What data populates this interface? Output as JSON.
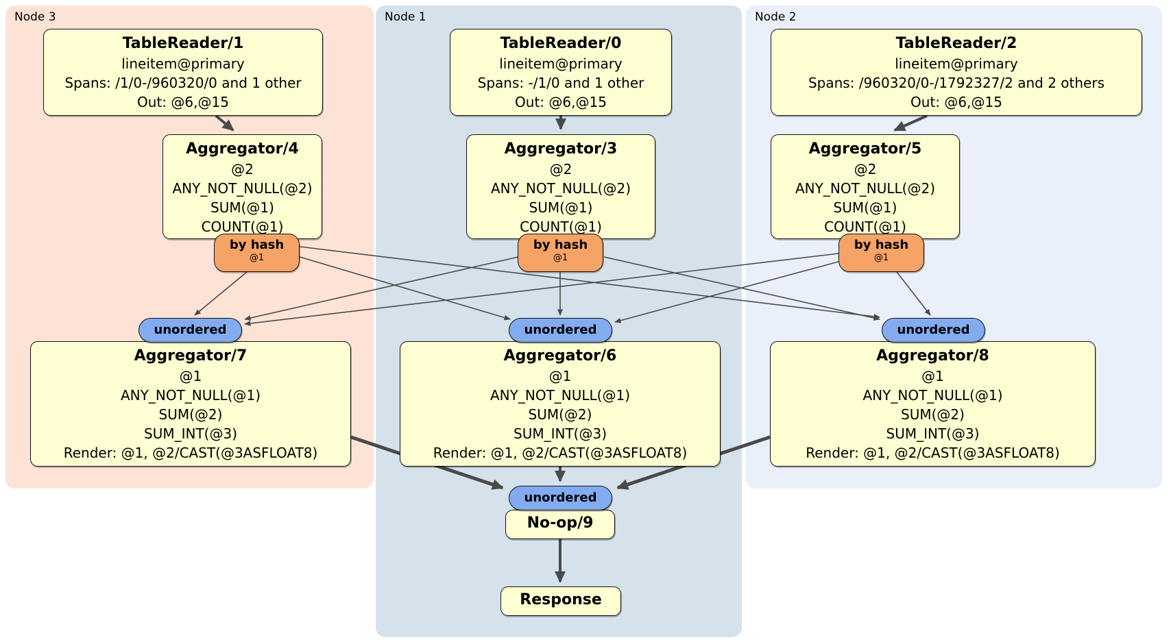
{
  "node_groups": {
    "node3": {
      "label": "Node 3"
    },
    "node1": {
      "label": "Node 1"
    },
    "node2": {
      "label": "Node 2"
    }
  },
  "routers": {
    "hash_label": "by hash",
    "hash_key": "@1",
    "sync_label": "unordered"
  },
  "boxes": {
    "tr1": {
      "title": "TableReader/1",
      "lines": [
        "lineitem@primary",
        "Spans: /1/0-/960320/0 and 1 other",
        "Out: @6,@15"
      ]
    },
    "tr0": {
      "title": "TableReader/0",
      "lines": [
        "lineitem@primary",
        "Spans: -/1/0 and 1 other",
        "Out: @6,@15"
      ]
    },
    "tr2": {
      "title": "TableReader/2",
      "lines": [
        "lineitem@primary",
        "Spans: /960320/0-/1792327/2 and 2 others",
        "Out: @6,@15"
      ]
    },
    "agg4": {
      "title": "Aggregator/4",
      "lines": [
        "@2",
        "ANY_NOT_NULL(@2)",
        "SUM(@1)",
        "COUNT(@1)"
      ]
    },
    "agg3": {
      "title": "Aggregator/3",
      "lines": [
        "@2",
        "ANY_NOT_NULL(@2)",
        "SUM(@1)",
        "COUNT(@1)"
      ]
    },
    "agg5": {
      "title": "Aggregator/5",
      "lines": [
        "@2",
        "ANY_NOT_NULL(@2)",
        "SUM(@1)",
        "COUNT(@1)"
      ]
    },
    "agg7": {
      "title": "Aggregator/7",
      "lines": [
        "@1",
        "ANY_NOT_NULL(@1)",
        "SUM(@2)",
        "SUM_INT(@3)",
        "Render: @1, @2/CAST(@3ASFLOAT8)"
      ]
    },
    "agg6": {
      "title": "Aggregator/6",
      "lines": [
        "@1",
        "ANY_NOT_NULL(@1)",
        "SUM(@2)",
        "SUM_INT(@3)",
        "Render: @1, @2/CAST(@3ASFLOAT8)"
      ]
    },
    "agg8": {
      "title": "Aggregator/8",
      "lines": [
        "@1",
        "ANY_NOT_NULL(@1)",
        "SUM(@2)",
        "SUM_INT(@3)",
        "Render: @1, @2/CAST(@3ASFLOAT8)"
      ]
    },
    "noop": {
      "title": "No-op/9"
    },
    "response": {
      "title": "Response"
    }
  },
  "colors": {
    "node3-bg": "#fce3d6",
    "node1-bg": "#d5e2eb",
    "node2-bg": "#eaf0fa",
    "box-bg": "#fefed2",
    "hash-bg": "#f5a367",
    "sync-bg": "#82abf0",
    "edge": "#4a4a4a"
  }
}
